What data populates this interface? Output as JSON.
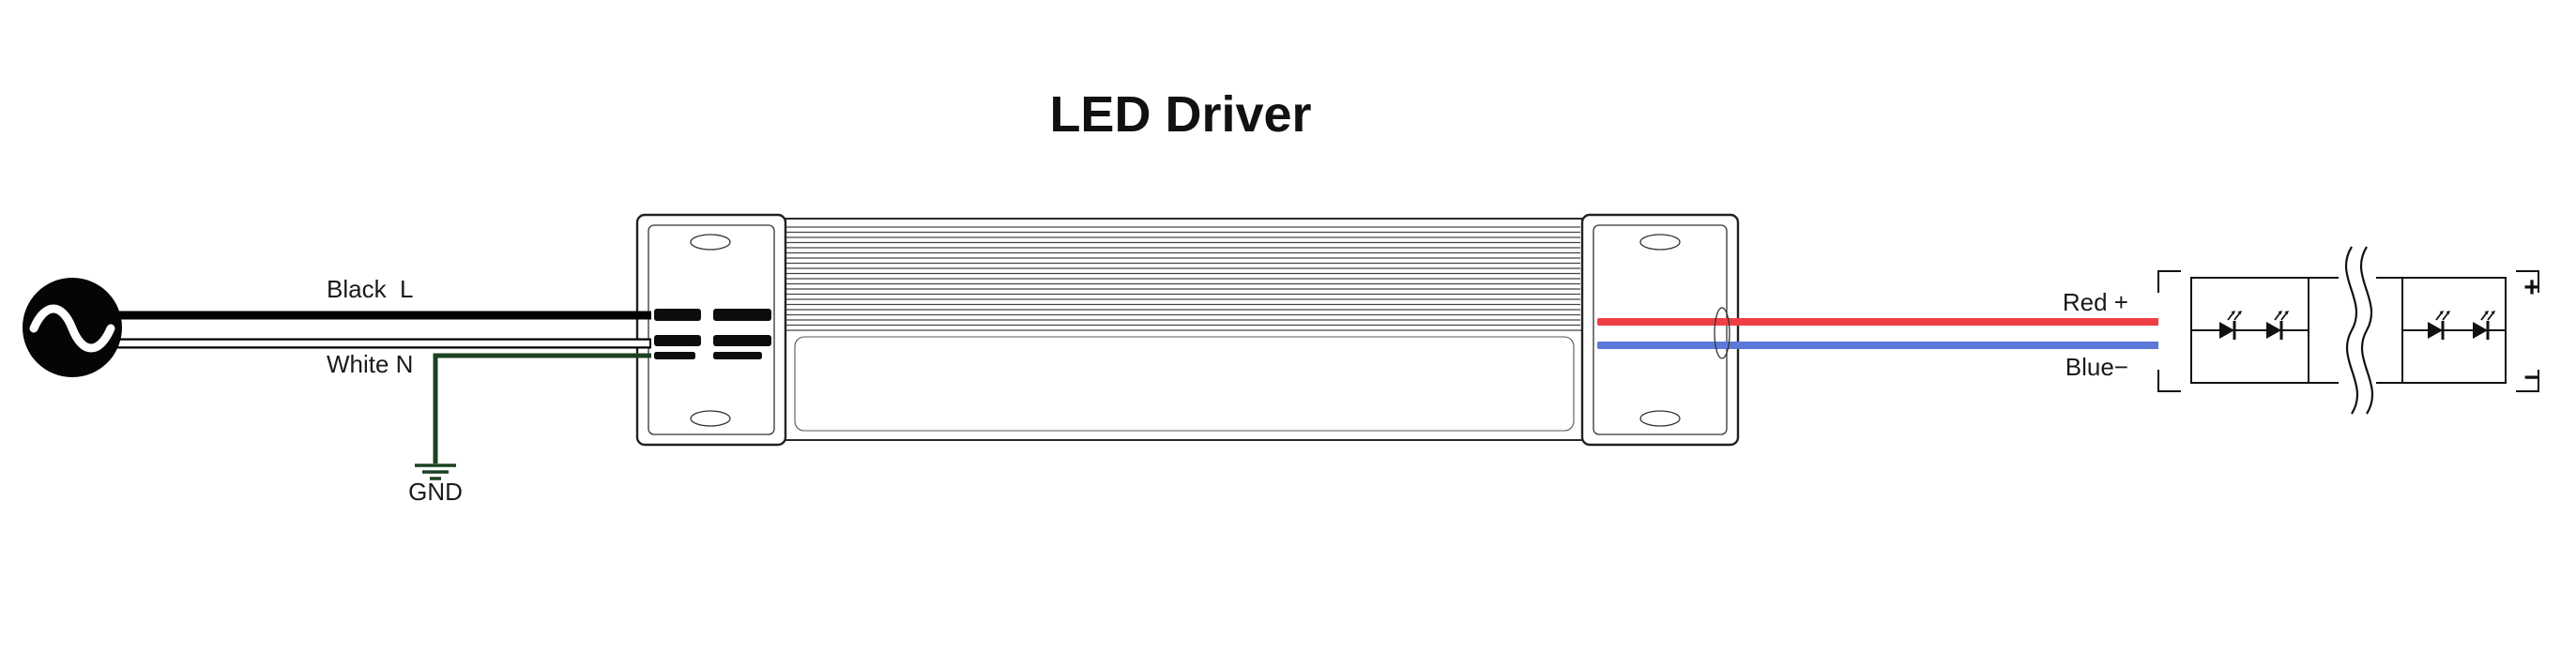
{
  "diagram": {
    "title": "LED Driver",
    "labels": {
      "line": "Black  L",
      "neutral": "White N",
      "ground": "GND",
      "positive": "Red +",
      "negative": "Blue−",
      "strip_plus": "+",
      "strip_minus": "−"
    },
    "colors": {
      "line_wire": "#000000",
      "neutral_wire_core": "#ffffff",
      "ground_wire": "#1c4220",
      "positive_wire": "#ee3f46",
      "negative_wire": "#5b79d8"
    }
  }
}
